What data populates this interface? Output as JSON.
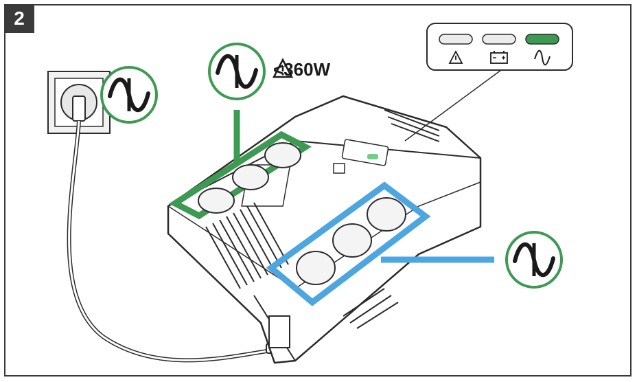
{
  "step": {
    "number": "2"
  },
  "outlet_group_surge": {
    "capacity_label": "<360W",
    "warning_icon": "warning-triangle-icon",
    "color": "#3d9a52"
  },
  "outlet_group_battery": {
    "color": "#4da6e0"
  },
  "indicator_panel": {
    "leds": [
      {
        "icon": "warning-triangle-icon",
        "state": "off"
      },
      {
        "icon": "battery-icon",
        "state": "off"
      },
      {
        "icon": "ac-wave-icon",
        "state": "on",
        "color": "#3d9a52"
      }
    ]
  },
  "icons": {
    "sine-wave": "sine-wave-icon",
    "wall-socket": "wall-socket-icon",
    "plug": "plug-icon"
  },
  "colors": {
    "green": "#3d9a52",
    "blue": "#4da6e0",
    "outline": "#2b2b2b",
    "badge": "#3a3a3a"
  }
}
